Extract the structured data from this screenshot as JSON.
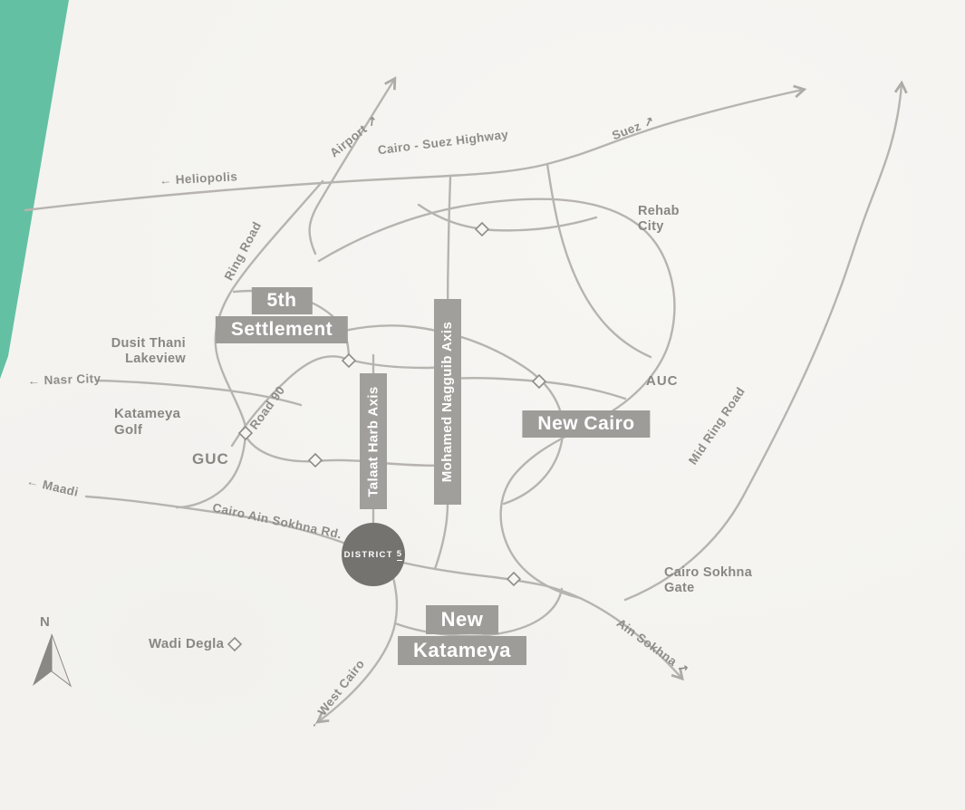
{
  "theme": {
    "background": "#f4f3f0",
    "road_color": "#b7b4b0",
    "label_color": "#8f8d89",
    "area_box_bg": "#9d9c99",
    "area_box_text": "#ffffff",
    "badge_bg": "#757370",
    "accent_green": "#63c0a3"
  },
  "compass": {
    "north_label": "N"
  },
  "badge": {
    "word": "DISTRICT",
    "number": "5"
  },
  "areas": {
    "fifth_settlement": {
      "line1": "5th",
      "line2": "Settlement"
    },
    "new_cairo": {
      "label": "New Cairo"
    },
    "new_katameya": {
      "line1": "New",
      "line2": "Katameya"
    }
  },
  "axes": {
    "talaat_harb": "Talaat Harb Axis",
    "mohamed_nagguib": "Mohamed Nagguib Axis"
  },
  "roads": {
    "heliopolis": "← Heliopolis",
    "airport": "Airport ↗",
    "cairo_suez": "Cairo - Suez Highway",
    "suez": "Suez ↗",
    "ring_road": "Ring Road",
    "nasr_city": "← Nasr City",
    "road_90": "Road 90",
    "mid_ring_road": "Mid Ring Road",
    "maadi": "← Maadi",
    "cairo_ain_sokhna": "Cairo Ain Sokhna Rd.",
    "ain_sokhna": "Ain Sokhna ↗",
    "west_cairo": "← West Cairo"
  },
  "landmarks": {
    "rehab_city": {
      "line1": "Rehab",
      "line2": "City"
    },
    "dusit_thani": {
      "line1": "Dusit Thani",
      "line2": "Lakeview"
    },
    "katameya_golf": {
      "line1": "Katameya",
      "line2": "Golf"
    },
    "guc": {
      "label": "GUC"
    },
    "auc": {
      "label": "AUC"
    },
    "cairo_sokhna_gate": {
      "line1": "Cairo Sokhna",
      "line2": "Gate"
    },
    "wadi_degla": {
      "label": "Wadi Degla"
    }
  }
}
